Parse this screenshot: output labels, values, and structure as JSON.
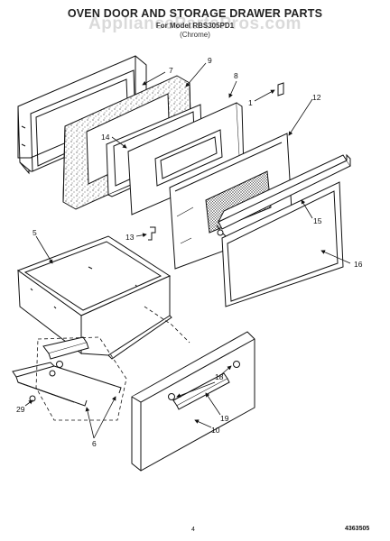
{
  "header": {
    "title": "OVEN DOOR AND STORAGE DRAWER PARTS",
    "model": "For Model RBS305PD1",
    "finish": "(Chrome)",
    "watermark": "AppliancePartsPros.com"
  },
  "callouts": {
    "p1": "1",
    "p5": "5",
    "p6": "6",
    "p7": "7",
    "p8": "8",
    "p9": "9",
    "p10": "10",
    "p12": "12",
    "p13": "13",
    "p14": "14",
    "p15": "15",
    "p16": "16",
    "p18": "18",
    "p19": "19",
    "p29": "29"
  },
  "footer": {
    "page_number": "4",
    "document_number": "4363505"
  }
}
